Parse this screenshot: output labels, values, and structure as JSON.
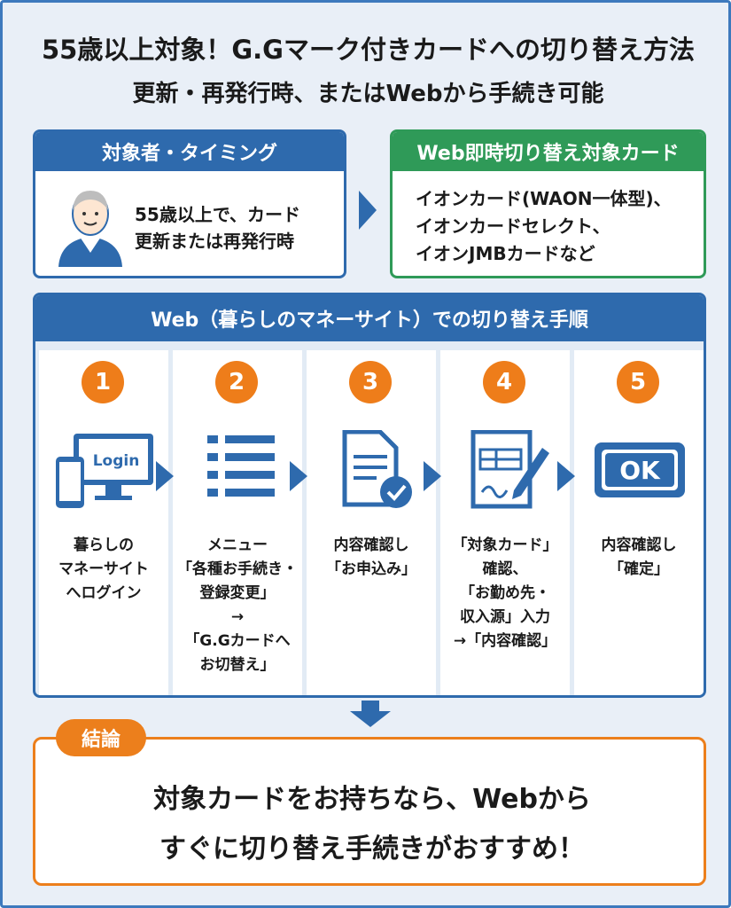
{
  "title": "55歳以上対象！G.Gマーク付きカードへの切り替え方法",
  "subtitle": "更新・再発行時、またはWebから手続き可能",
  "target": {
    "header": "対象者・タイミング",
    "text": "55歳以上で、カード\n更新または再発行時"
  },
  "cards": {
    "header": "Web即時切り替え対象カード",
    "lines": [
      "イオンカード(WAON一体型)、",
      "イオンカードセレクト、",
      "イオンJMBカードなど"
    ]
  },
  "steps": {
    "header": "Web（暮らしのマネーサイト）での切り替え手順",
    "items": [
      {
        "num": "1",
        "icon": "login-devices",
        "icon_text": "Login",
        "text": "暮らしの\nマネーサイト\nへログイン"
      },
      {
        "num": "2",
        "icon": "menu-list",
        "text": "メニュー\n「各種お手続き・\n登録変更」\n→\n「G.Gカードへ\nお切替え」"
      },
      {
        "num": "3",
        "icon": "document-check",
        "text": "内容確認し\n「お申込み」"
      },
      {
        "num": "4",
        "icon": "form-signature",
        "text": "「対象カード」\n確認、\n「お勤め先・\n収入源」入力\n→「内容確認」"
      },
      {
        "num": "5",
        "icon": "ok-button",
        "icon_text": "OK",
        "text": "内容確認し\n「確定」"
      }
    ]
  },
  "conclusion": {
    "badge": "結論",
    "text": "対象カードをお持ちなら、Webから\nすぐに切り替え手続きがおすすめ！"
  },
  "colors": {
    "blue": "#2e6aad",
    "green": "#2f9a58",
    "orange": "#ec7f1c"
  }
}
